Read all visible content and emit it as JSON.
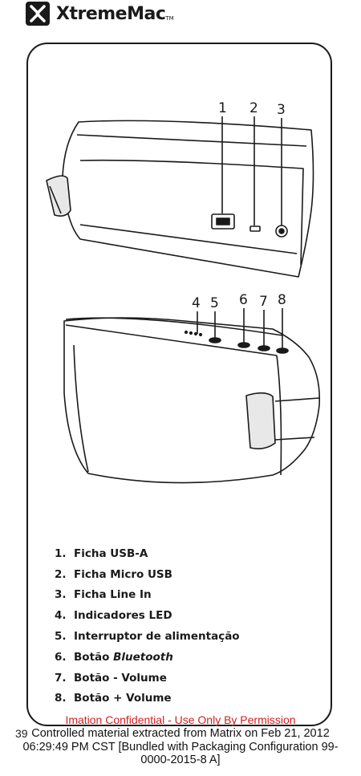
{
  "brand": {
    "name": "XtremeMac",
    "tm": "TM",
    "logo_icon": "xtrememac-x-logo"
  },
  "callouts": {
    "top": [
      "1",
      "2",
      "3"
    ],
    "bottom": [
      "4",
      "5",
      "6",
      "7",
      "8"
    ]
  },
  "legend": [
    {
      "num": "1.",
      "label": "Ficha USB-A",
      "italic": ""
    },
    {
      "num": "2.",
      "label": "Ficha Micro USB",
      "italic": ""
    },
    {
      "num": "3.",
      "label": "Ficha Line In",
      "italic": ""
    },
    {
      "num": "4.",
      "label": "Indicadores LED",
      "italic": ""
    },
    {
      "num": "5.",
      "label": "Interruptor de alimentação",
      "italic": ""
    },
    {
      "num": "6.",
      "label": "Botão ",
      "italic": "Bluetooth"
    },
    {
      "num": "7.",
      "label": "Botão - Volume",
      "italic": ""
    },
    {
      "num": "8.",
      "label": "Botão + Volume",
      "italic": ""
    }
  ],
  "confidential": "Imation Confidential - Use Only By Permission",
  "page_number": "39",
  "footer": {
    "line1": "Controlled material extracted from Matrix on Feb 21, 2012",
    "line2": "06:29:49 PM CST [Bundled with Packaging Configuration 99-",
    "line3": "0000-2015-8 A]"
  }
}
